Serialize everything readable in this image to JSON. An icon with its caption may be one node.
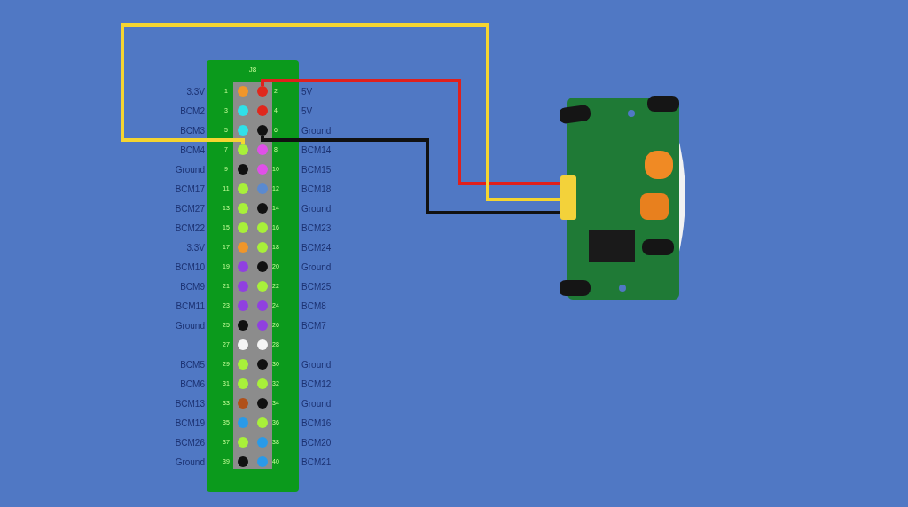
{
  "diagram": {
    "nodes": [
      {
        "text": [
          "J8"
        ]
      },
      {
        "text": [
          "1"
        ],
        "in": 0,
        "beside": [
          "3.3V"
        ]
      },
      {
        "text": [
          "2"
        ],
        "in": 0,
        "beside": [
          "5V"
        ]
      },
      {
        "text": [
          "3"
        ],
        "in": 0,
        "beside": [
          "BCM2"
        ]
      },
      {
        "text": [
          "4"
        ],
        "in": 0,
        "beside": [
          "5V"
        ]
      },
      {
        "text": [
          "5"
        ],
        "in": 0,
        "beside": [
          "BCM3"
        ]
      },
      {
        "text": [
          "6"
        ],
        "in": 0,
        "beside": [
          "Ground"
        ]
      },
      {
        "text": [
          "7"
        ],
        "in": 0,
        "beside": [
          "BCM4"
        ]
      },
      {
        "text": [
          "8"
        ],
        "in": 0,
        "beside": [
          "BCM14"
        ]
      },
      {
        "text": [
          "9"
        ],
        "in": 0,
        "beside": [
          "Ground"
        ]
      },
      {
        "text": [
          "10"
        ],
        "in": 0,
        "beside": [
          "BCM15"
        ]
      },
      {
        "text": [
          "11"
        ],
        "in": 0,
        "beside": [
          "BCM17"
        ]
      },
      {
        "text": [
          "12"
        ],
        "in": 0,
        "beside": [
          "BCM18"
        ]
      },
      {
        "text": [
          "13"
        ],
        "in": 0,
        "beside": [
          "BCM27"
        ]
      },
      {
        "text": [
          "14"
        ],
        "in": 0,
        "beside": [
          "Ground"
        ]
      },
      {
        "text": [
          "15"
        ],
        "in": 0,
        "beside": [
          "BCM22"
        ]
      },
      {
        "text": [
          "16"
        ],
        "in": 0,
        "beside": [
          "BCM23"
        ]
      },
      {
        "text": [
          "17"
        ],
        "in": 0,
        "beside": [
          "3.3V"
        ]
      },
      {
        "text": [
          "18"
        ],
        "in": 0,
        "beside": [
          "BCM24"
        ]
      },
      {
        "text": [
          "19"
        ],
        "in": 0,
        "beside": [
          "BCM10"
        ]
      },
      {
        "text": [
          "20"
        ],
        "in": 0,
        "beside": [
          "Ground"
        ]
      },
      {
        "text": [
          "21"
        ],
        "in": 0,
        "beside": [
          "BCM9"
        ]
      },
      {
        "text": [
          "22"
        ],
        "in": 0,
        "beside": [
          "BCM25"
        ]
      },
      {
        "text": [
          "23"
        ],
        "in": 0,
        "beside": [
          "BCM11"
        ]
      },
      {
        "text": [
          "24"
        ],
        "in": 0,
        "beside": [
          "BCM8"
        ]
      },
      {
        "text": [
          "25"
        ],
        "in": 0,
        "beside": [
          "Ground"
        ]
      },
      {
        "text": [
          "26"
        ],
        "in": 0,
        "beside": [
          "BCM7"
        ]
      },
      {
        "text": [
          "27"
        ],
        "in": 0
      },
      {
        "text": [
          "28"
        ],
        "in": 0
      },
      {
        "text": [
          "29"
        ],
        "in": 0,
        "beside": [
          "BCM5"
        ]
      },
      {
        "text": [
          "30"
        ],
        "in": 0,
        "beside": [
          "Ground"
        ]
      },
      {
        "text": [
          "31"
        ],
        "in": 0,
        "beside": [
          "BCM6"
        ]
      },
      {
        "text": [
          "32"
        ],
        "in": 0,
        "beside": [
          "BCM12"
        ]
      },
      {
        "text": [
          "33"
        ],
        "in": 0,
        "beside": [
          "BCM13"
        ]
      },
      {
        "text": [
          "34"
        ],
        "in": 0,
        "beside": [
          "Ground"
        ]
      },
      {
        "text": [
          "35"
        ],
        "in": 0,
        "beside": [
          "BCM19"
        ]
      },
      {
        "text": [
          "36"
        ],
        "in": 0,
        "beside": [
          "BCM16"
        ]
      },
      {
        "text": [
          "37"
        ],
        "in": 0,
        "beside": [
          "BCM26"
        ]
      },
      {
        "text": [
          "38"
        ],
        "in": 0,
        "beside": [
          "BCM20"
        ]
      },
      {
        "text": [
          "39"
        ],
        "in": 0,
        "beside": [
          "Ground"
        ]
      },
      {
        "text": [
          "40"
        ],
        "in": 0,
        "beside": [
          "BCM21"
        ]
      },
      {
        "text": [],
        "shape": "picture"
      }
    ],
    "edges": [
      {
        "from": 2,
        "to": 41,
        "arrow": "none",
        "color": "#e0201c"
      },
      {
        "from": 6,
        "to": 41,
        "arrow": "none",
        "color": "#111111"
      },
      {
        "from": 7,
        "to": 41,
        "arrow": "none",
        "color": "#f5d531"
      }
    ]
  }
}
